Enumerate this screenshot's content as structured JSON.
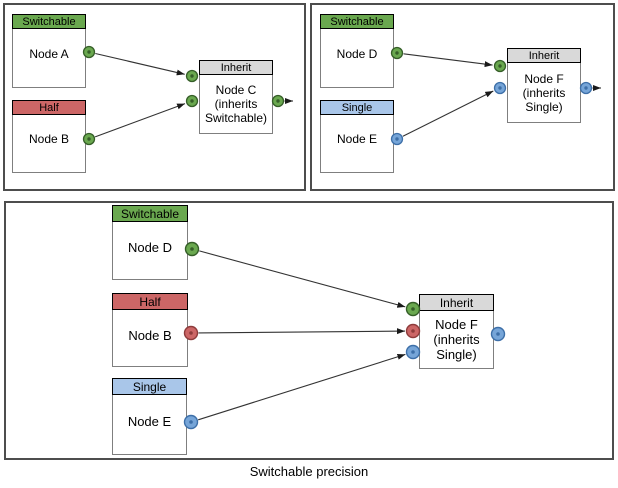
{
  "figure": {
    "caption": "Switchable precision"
  },
  "colors": {
    "switchable": {
      "header": "#6aa84f",
      "port": "#6aa84f",
      "port_border": "#355e28"
    },
    "half": {
      "header": "#cc6666",
      "port": "#cc6666",
      "port_border": "#8e3b3b"
    },
    "single": {
      "header": "#a9c6e9",
      "port": "#76a5d8",
      "port_border": "#3d6fa8"
    },
    "inherit": {
      "header": "#d9d9d9"
    },
    "edge": "#333333",
    "panel_border": "#4d4d4d"
  },
  "panels": [
    {
      "id": "panel-top-left",
      "nodes": [
        {
          "header": "Switchable",
          "body": "Node A",
          "kind": "switchable"
        },
        {
          "header": "Half",
          "body": "Node B",
          "kind": "half"
        },
        {
          "header": "Inherit",
          "body": "Node C\n(inherits\nSwitchable)",
          "kind": "inherit"
        }
      ]
    },
    {
      "id": "panel-top-right",
      "nodes": [
        {
          "header": "Switchable",
          "body": "Node D",
          "kind": "switchable"
        },
        {
          "header": "Single",
          "body": "Node E",
          "kind": "single"
        },
        {
          "header": "Inherit",
          "body": "Node F\n(inherits\nSingle)",
          "kind": "inherit"
        }
      ]
    },
    {
      "id": "panel-bottom",
      "nodes": [
        {
          "header": "Switchable",
          "body": "Node D",
          "kind": "switchable"
        },
        {
          "header": "Half",
          "body": "Node B",
          "kind": "half"
        },
        {
          "header": "Single",
          "body": "Node E",
          "kind": "single"
        },
        {
          "header": "Inherit",
          "body": "Node F\n(inherits\nSingle)",
          "kind": "inherit"
        }
      ]
    }
  ]
}
